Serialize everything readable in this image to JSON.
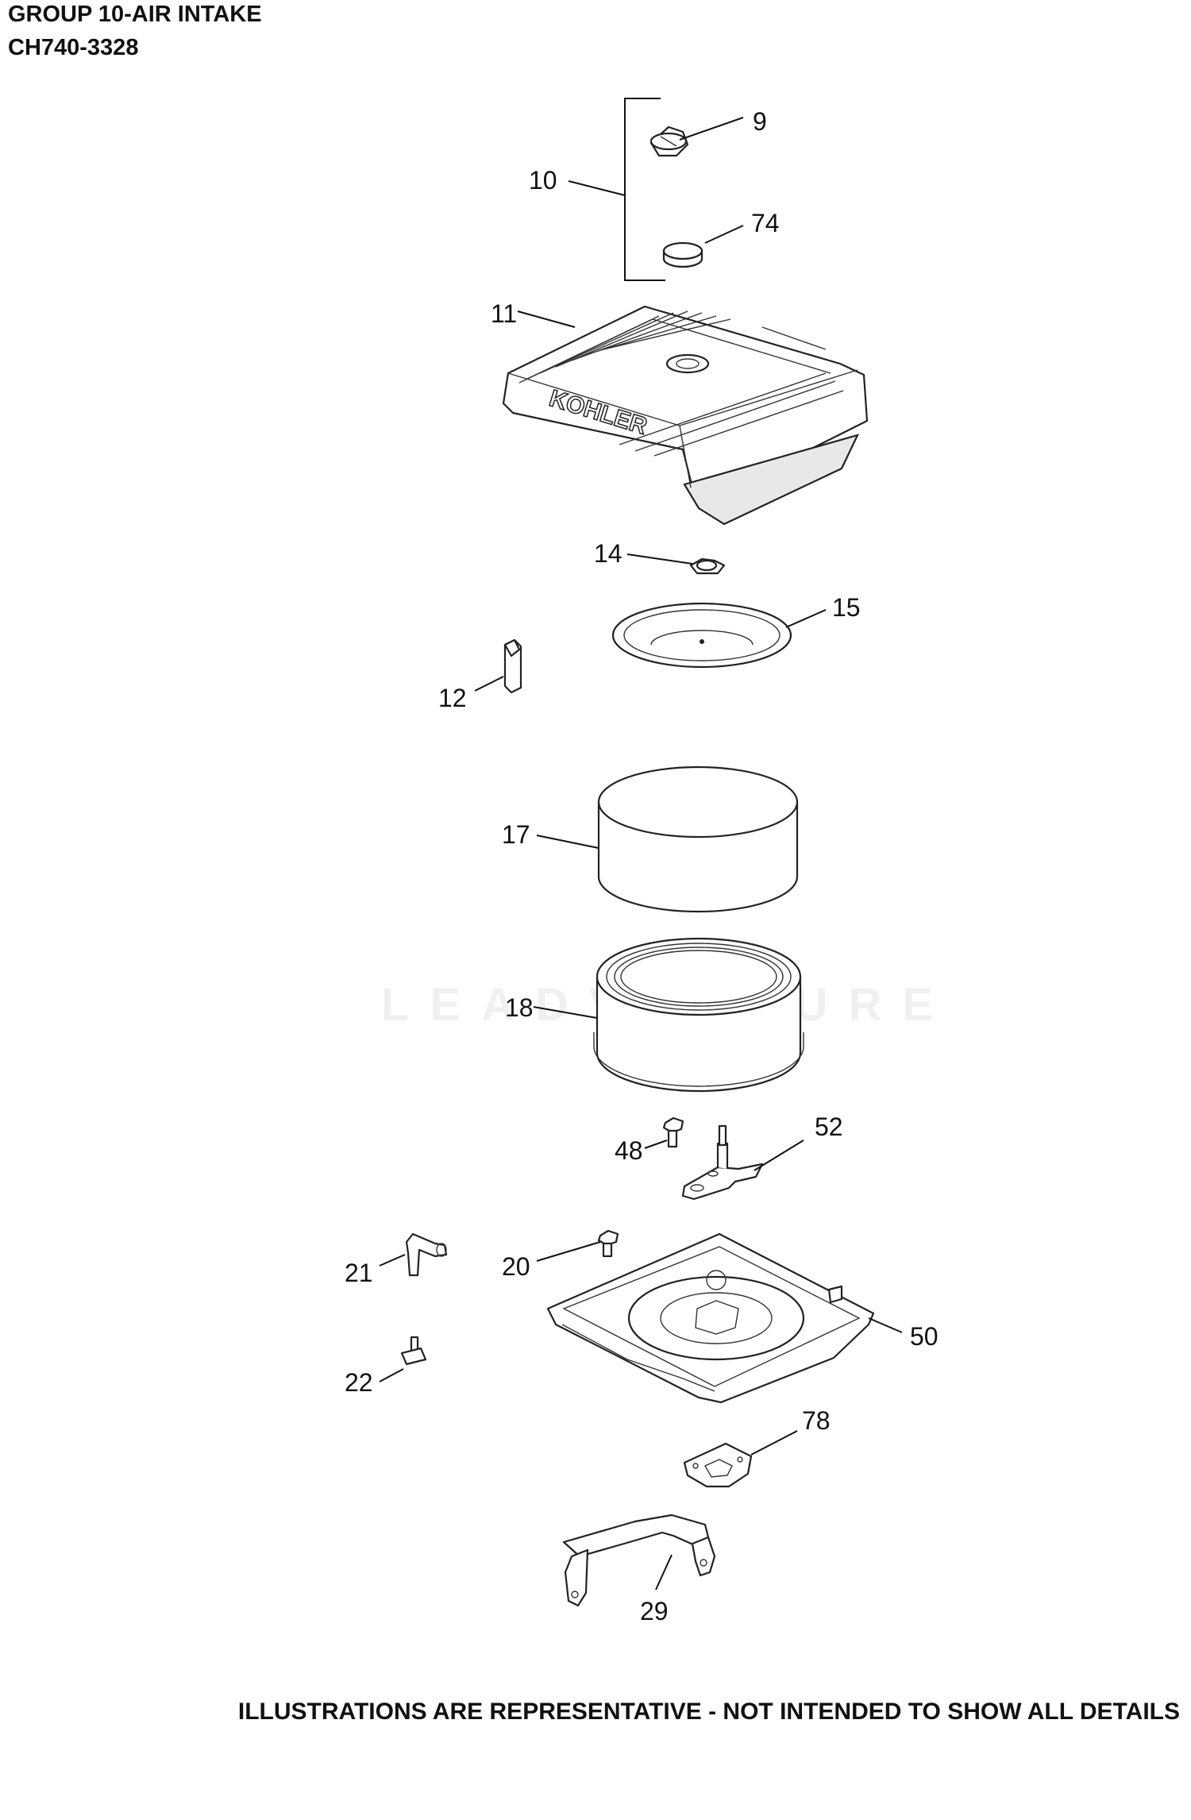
{
  "header": {
    "title": "GROUP 10-AIR INTAKE",
    "model": "CH740-3328"
  },
  "footer": {
    "note": "ILLUSTRATIONS ARE REPRESENTATIVE - NOT INTENDED TO SHOW ALL DETAILS"
  },
  "watermark": {
    "text": "LEADVENTURE"
  },
  "cover": {
    "brand": "KOHLER"
  },
  "callouts": {
    "c9": "9",
    "c10": "10",
    "c74": "74",
    "c11": "11",
    "c14": "14",
    "c15": "15",
    "c12": "12",
    "c17": "17",
    "c18": "18",
    "c48": "48",
    "c52": "52",
    "c21": "21",
    "c20": "20",
    "c50": "50",
    "c22": "22",
    "c78": "78",
    "c29": "29"
  }
}
